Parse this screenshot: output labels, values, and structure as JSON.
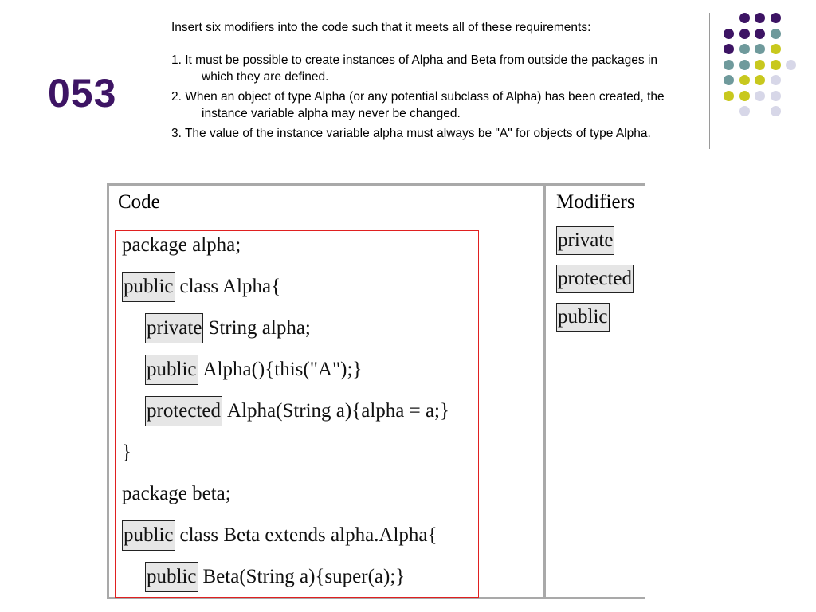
{
  "slide_number": "053",
  "question": {
    "intro": "Insert six modifiers into the code such that it meets all of these requirements:",
    "requirements": [
      "1. It must be possible to create instances of Alpha and Beta from outside the packages in which they are defined.",
      "2. When an object of type Alpha (or any potential subclass of Alpha) has been created, the instance variable alpha may never be changed.",
      "3. The value of the instance variable alpha must always be \"A\" for objects of type Alpha."
    ]
  },
  "table": {
    "code_header": "Code",
    "modifiers_header": "Modifiers",
    "code_lines": [
      {
        "modifier": "",
        "text": "package alpha;"
      },
      {
        "modifier": "public",
        "text": "class Alpha{"
      },
      {
        "modifier": "private",
        "text": "String alpha;"
      },
      {
        "modifier": "public",
        "text": "Alpha(){this(\"A\");}"
      },
      {
        "modifier": "protected",
        "text": "Alpha(String a){alpha = a;}"
      },
      {
        "modifier": "",
        "text": "}"
      },
      {
        "modifier": "",
        "text": "package beta;"
      },
      {
        "modifier": "public",
        "text": "class Beta extends alpha.Alpha{"
      },
      {
        "modifier": "public",
        "text": "Beta(String a){super(a);}"
      }
    ],
    "modifiers": [
      "private",
      "protected",
      "public"
    ]
  },
  "colors": {
    "title": "#3d1464",
    "dot_purple": "#3d1464",
    "dot_teal": "#6f9a9c",
    "dot_yellow": "#c8c81e",
    "dot_lavender": "#d7d7e8",
    "code_border": "#e02020",
    "table_border": "#a9a9a9"
  }
}
